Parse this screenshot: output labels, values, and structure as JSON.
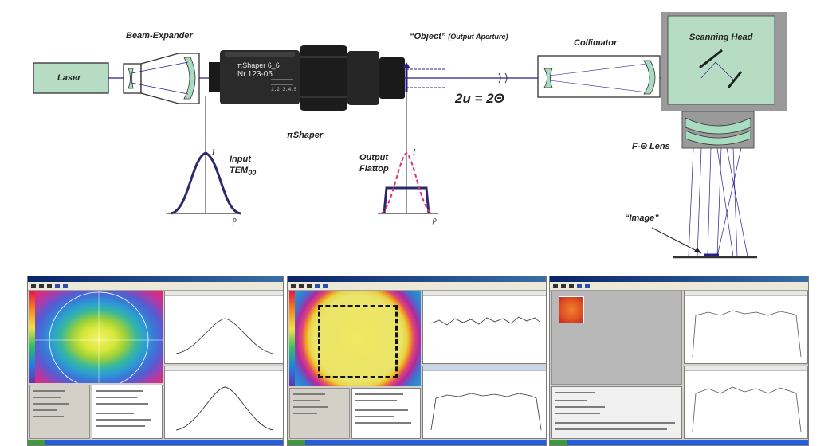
{
  "diagram": {
    "labels": {
      "laser": "Laser",
      "beam_expander": "Beam-Expander",
      "object_main": "“Object”",
      "object_sub": "(Output Aperture)",
      "collimator": "Collimator",
      "scanning_head": "Scanning Head",
      "pi_shaper": "πShaper",
      "equation": "2u = 2Θ",
      "f_theta_lens": "F-Θ Lens",
      "input_line1": "Input",
      "input_line2": "TEM",
      "input_subscript": "00",
      "output_line1": "Output",
      "output_line2": "Flattop",
      "image": "“Image”",
      "intensity_symbol_1": "I",
      "radius_symbol_1": "ρ",
      "intensity_symbol_2": "I",
      "radius_symbol_2": "ρ"
    },
    "engraving": {
      "line1": "πShaper 6_6",
      "line2": "Nr.123-05",
      "ring": "1.2.3.4.5"
    },
    "colors": {
      "laser_box": "#b7dcc4",
      "scanning_head_box": "#b7dcc4",
      "beam": "#2a1f8a",
      "flattop_dashed": "#e0307a",
      "profile_curve": "#2a2a6a",
      "lens": "#a8dcc0",
      "housing_grey": "#9a9a9a"
    }
  },
  "screenshots": {
    "colors": {
      "window_bg": "#d4d0c8",
      "titlebar": "#0a246a",
      "taskbar": "#245edb",
      "plot_line": "#333333"
    }
  }
}
